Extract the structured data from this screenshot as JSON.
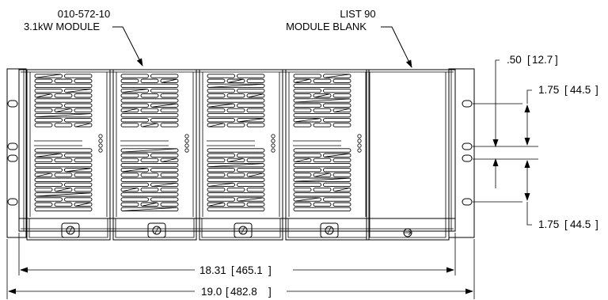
{
  "callouts": {
    "module": {
      "line1": "010-572-10",
      "line2": "3.1kW MODULE"
    },
    "blank": {
      "line1": "LIST 90",
      "line2": "MODULE BLANK"
    }
  },
  "dimensions": {
    "top_gap": {
      "inch": ".50",
      "mm": "12.7"
    },
    "rack_unit_1": {
      "inch": "1.75",
      "mm": "44.5"
    },
    "rack_unit_2": {
      "inch": "1.75",
      "mm": "44.5"
    },
    "inner_width": {
      "inch": "18.31",
      "mm": "465.1"
    },
    "outer_width": {
      "inch": "19.0",
      "mm": "482.8"
    }
  },
  "modules": {
    "count": 4,
    "blanks": 1
  }
}
